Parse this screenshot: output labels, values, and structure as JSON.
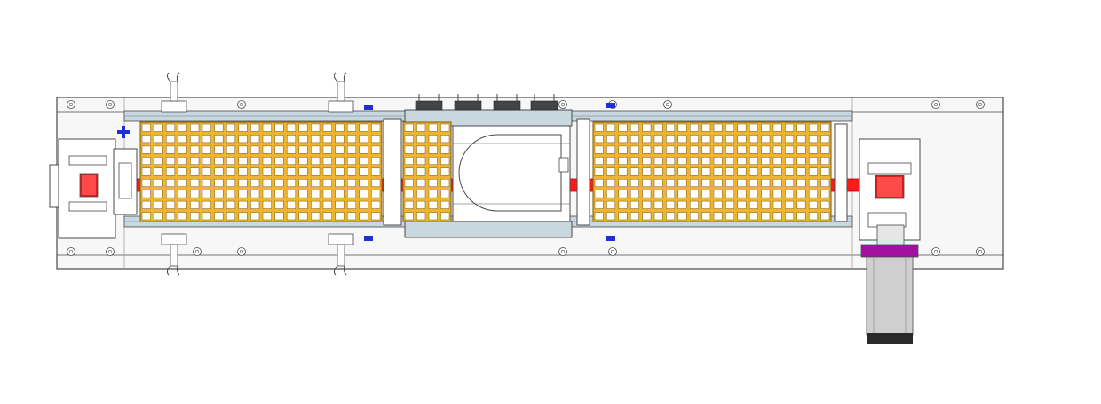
{
  "drawing": {
    "subject": "",
    "colors": {
      "background": "#ffffff",
      "outline": "#4a4a4a",
      "plate": "#f7f7f7",
      "tray": "#efb530",
      "tray_cell": "#ffffff",
      "belt": "#ff1a1a",
      "belt_edge": "#b80000",
      "rail": "#c9d7de",
      "motor_flange": "#a3119e",
      "motor_body": "#cfcfcf",
      "motor_base": "#2a2a2a",
      "sensor_accent": "#1f2fd6"
    },
    "trays": [
      {
        "name": "tray-left",
        "cols": 20,
        "rows": 9
      },
      {
        "name": "tray-center",
        "cols": 4,
        "rows": 9
      },
      {
        "name": "tray-right",
        "cols": 20,
        "rows": 9
      }
    ],
    "components": [
      "base-plate",
      "left-idler-pulley",
      "drive-pulley",
      "drive-motor",
      "conveyor-belt",
      "stop-cylinder",
      "proximity-sensors"
    ]
  }
}
